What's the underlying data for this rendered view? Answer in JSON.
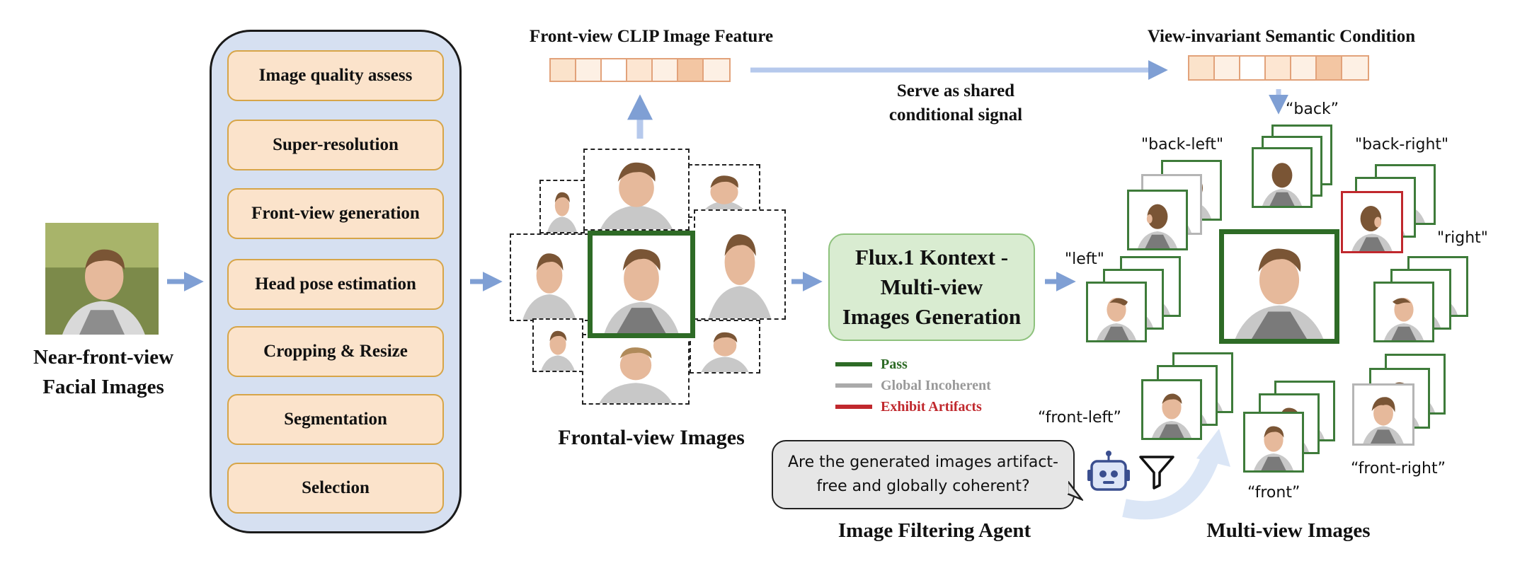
{
  "input": {
    "caption_line1": "Near-front-view",
    "caption_line2": "Facial Images"
  },
  "pipeline": {
    "steps": [
      "Image quality assess",
      "Super-resolution",
      "Front-view generation",
      "Head pose estimation",
      "Cropping & Resize",
      "Segmentation",
      "Selection"
    ]
  },
  "frontal": {
    "caption": "Frontal-view Images"
  },
  "clip": {
    "label": "Front-view CLIP Image Feature"
  },
  "semantic": {
    "label": "View-invariant Semantic Condition"
  },
  "shared": {
    "line1": "Serve as shared",
    "line2": "conditional signal"
  },
  "flux": {
    "line1": "Flux.1 Kontext -",
    "line2": "Multi-view",
    "line3": "Images Generation"
  },
  "legend": {
    "items": [
      {
        "label": "Pass",
        "color": "#2e6b26"
      },
      {
        "label": "Global Incoherent",
        "color": "#aaaaaa"
      },
      {
        "label": "Exhibit Artifacts",
        "color": "#c0282d"
      }
    ]
  },
  "agent": {
    "question_line1": "Are the generated images artifact-",
    "question_line2": "free and globally coherent?",
    "caption": "Image Filtering Agent"
  },
  "multiview": {
    "caption": "Multi-view Images",
    "views": {
      "back": "“back”",
      "back_left": "\"back-left\"",
      "back_right": "\"back-right\"",
      "left": "\"left\"",
      "right": "\"right\"",
      "front_left": "“front-left”",
      "front": "“front”",
      "front_right": "“front-right”"
    }
  },
  "colors": {
    "arrow": "#7f9fd4",
    "pipeline_bg": "#d6e0f1",
    "step_bg": "#fbe3cb",
    "step_border": "#d7a548",
    "flux_bg": "#d9ecd1",
    "pass": "#2e6b26",
    "incoherent": "#aaaaaa",
    "artifacts": "#c0282d"
  }
}
